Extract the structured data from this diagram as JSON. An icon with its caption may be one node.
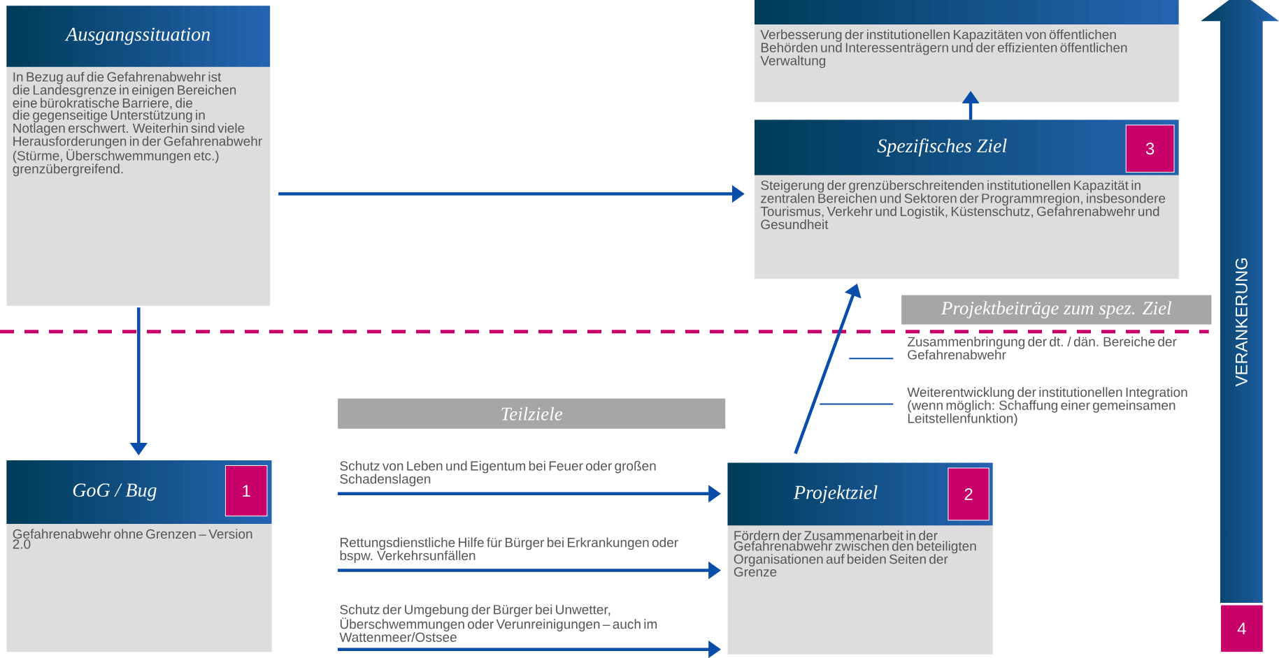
{
  "diagram": {
    "nodes": [
      {
        "text": [
          "Ausgangssituation",
          "In Bezug auf die Gefahrenabwehr ist die Landesgrenze in einigen Bereichen eine bürokratische Barriere, die die gegenseitige Unterstützung in Notlagen erschwert. Weiterhin sind viele Herausforderungen in der Gefahrenabwehr (Stürme, Überschwemmungen etc.) grenzübergreifend."
        ]
      },
      {
        "text": [
          "Verbesserung der institutionellen Kapazitäten von öffentlichen Behörden und Interessenträgern und der effizienten öffentlichen Verwaltung"
        ]
      },
      {
        "text": [
          "Spezifisches Ziel",
          "Steigerung der grenzüberschreitenden institutionellen Kapazität in zentralen Bereichen und Sektoren der Programmregion, insbesondere Tourismus, Verkehr und Logistik, Küstenschutz, Gefahrenabwehr und Gesundheit"
        ]
      },
      {
        "text": [
          "3"
        ],
        "in": 2
      },
      {
        "text": [
          "Projektbeiträge zum spez. Ziel"
        ]
      },
      {
        "text": [
          "VERANKERUNG"
        ]
      },
      {
        "text": [
          "Teilziele"
        ]
      },
      {
        "text": [
          "GoG / Bug",
          "Gefahrenabwehr ohne Grenzen – Version 2.0"
        ]
      },
      {
        "text": [
          "1"
        ],
        "in": 7
      },
      {
        "text": [
          "Projektziel",
          "Fördern der Zusammenarbeit in der Gefahrenabwehr zwischen den beteiligten Organisationen auf beiden Seiten der Grenze"
        ]
      },
      {
        "text": [
          "2"
        ],
        "in": 9
      },
      {
        "text": [
          "4"
        ]
      }
    ],
    "edges": [
      {
        "from": 0,
        "to": 2,
        "arrow": "to"
      },
      {
        "from": 0,
        "to": 7,
        "arrow": "to"
      },
      {
        "from": 2,
        "to": 1,
        "arrow": "to"
      },
      {
        "from": 9,
        "to": 2,
        "arrow": "to"
      },
      {
        "from": null,
        "to": 9,
        "arrow": "to",
        "label": "Schutz von Leben und Eigentum bei Feuer oder großen Schadenslagen"
      },
      {
        "from": null,
        "to": 9,
        "arrow": "to",
        "label": "Rettungsdienstliche Hilfe für Bürger bei Erkrankungen oder bspw. Verkehrsunfällen"
      },
      {
        "from": null,
        "to": 9,
        "arrow": "to",
        "label": "Schutz der Umgebung der Bürger bei Unwetter, Überschwemmungen oder Verunreinigungen – auch im Wattenmeer/Ostsee"
      }
    ],
    "labels": [
      "Zusammenbringung der dt. / dän. Bereiche der Gefahrenabwehr",
      "Weiterentwicklung der institutionellen Integration (wenn möglich: Schaffung einer gemeinsamen Leitstellenfunktion)"
    ]
  }
}
